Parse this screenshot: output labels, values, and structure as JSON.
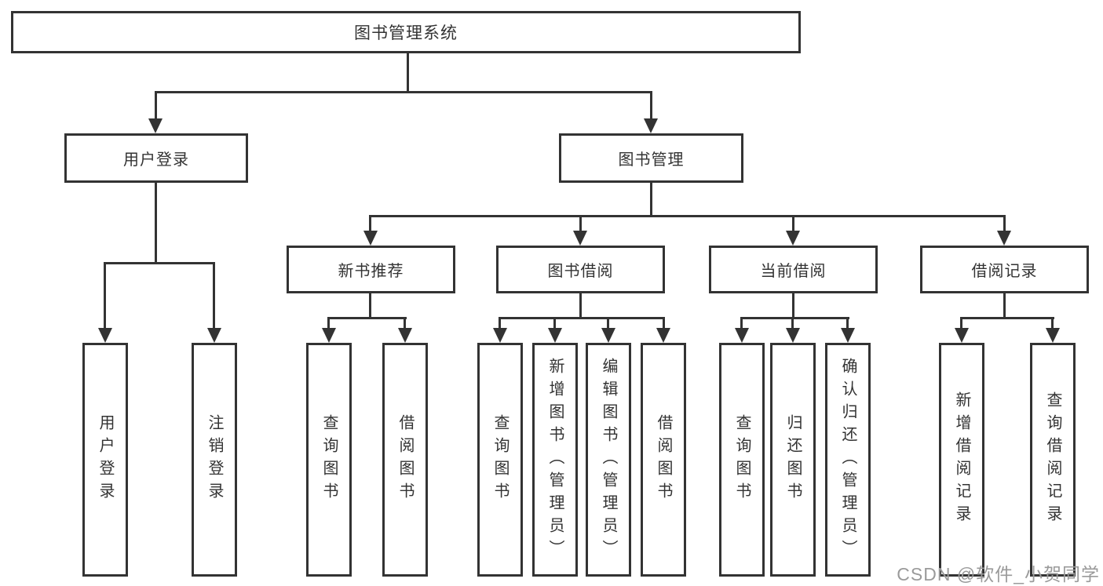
{
  "tree": {
    "root": {
      "label": "图书管理系统"
    },
    "branches": [
      {
        "label": "用户登录",
        "children": [
          {
            "label": "用户登录"
          },
          {
            "label": "注销登录"
          }
        ]
      },
      {
        "label": "图书管理",
        "children": [
          {
            "label": "新书推荐",
            "children": [
              {
                "label": "查询图书"
              },
              {
                "label": "借阅图书"
              }
            ]
          },
          {
            "label": "图书借阅",
            "children": [
              {
                "label": "查询图书"
              },
              {
                "label": "新增图书（管理员）"
              },
              {
                "label": "编辑图书（管理员）"
              },
              {
                "label": "借阅图书"
              }
            ]
          },
          {
            "label": "当前借阅",
            "children": [
              {
                "label": "查询图书"
              },
              {
                "label": "归还图书"
              },
              {
                "label": "确认归还（管理员）"
              }
            ]
          },
          {
            "label": "借阅记录",
            "children": [
              {
                "label": "新增借阅记录"
              },
              {
                "label": "查询借阅记录"
              }
            ]
          }
        ]
      }
    ]
  },
  "watermark": {
    "text": "CSDN @软件_小贺同学"
  },
  "colors": {
    "line": "#333333",
    "text": "#333333",
    "box_background": "#ffffff",
    "watermark": "#9a9a9a",
    "page_background": "#ffffff"
  }
}
